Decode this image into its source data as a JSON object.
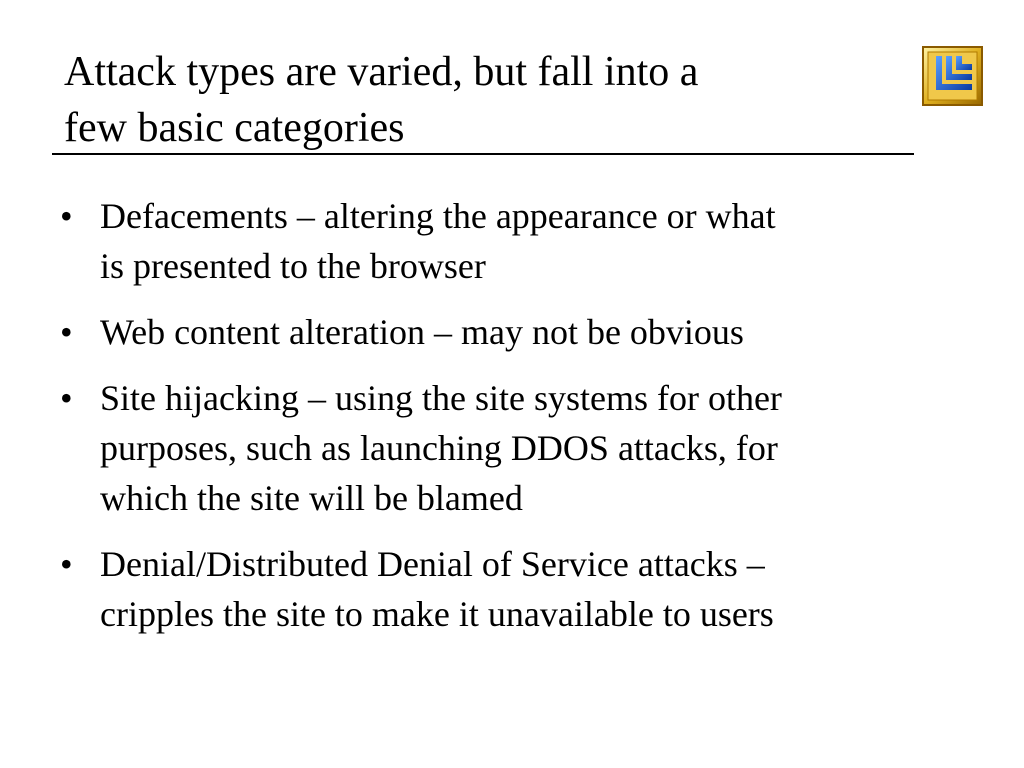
{
  "slide": {
    "title_lines": [
      "Attack types are varied, but fall into a",
      "few basic categories"
    ],
    "logo_icon": "llnl-logo-icon",
    "bullet_symbol": "•",
    "bullets": [
      {
        "lines": [
          "Defacements – altering the appearance or what",
          "is presented to the browser"
        ]
      },
      {
        "lines": [
          "Web content alteration – may not be obvious"
        ]
      },
      {
        "lines": [
          "Site hijacking – using the site systems for other",
          "purposes, such as launching DDOS attacks, for",
          "which the site will be blamed"
        ]
      },
      {
        "lines": [
          "Denial/Distributed Denial of Service attacks –",
          "cripples the site to make it unavailable to users"
        ]
      }
    ]
  },
  "colors": {
    "logo_gold": "#d4a017",
    "logo_blue": "#1b5fd6",
    "text": "#000000",
    "background": "#ffffff"
  }
}
